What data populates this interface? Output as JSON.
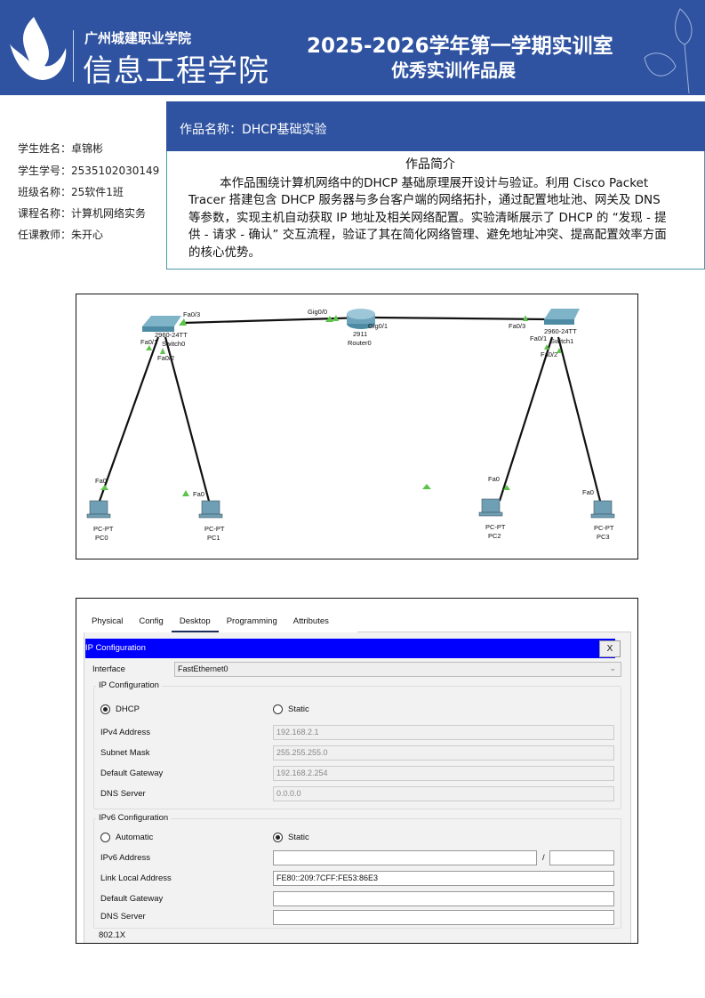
{
  "header": {
    "college_sub": "广州城建职业学院",
    "college_main": "信息工程学院",
    "exhibition_line1": "2025-2026学年第一学期实训室",
    "exhibition_line2": "优秀实训作品展",
    "colors": {
      "brand": "#2f53a1"
    }
  },
  "student": {
    "items": [
      "学生姓名：卓锦彬",
      "学生学号：2535102030149",
      "班级名称：25软件1班",
      "课程名称：计算机网络实务",
      "任课教师：朱开心"
    ]
  },
  "work": {
    "title": "作品名称：DHCP基础实验",
    "intro_heading": "作品简介",
    "intro_text": "本作品围绕计算机网络中的DHCP 基础原理展开设计与验证。利用 Cisco Packet Tracer 搭建包含 DHCP 服务器与多台客户端的网络拓扑，通过配置地址池、网关及 DNS 等参数，实现主机自动获取 IP 地址及相关网络配置。实验清晰展示了 DHCP 的 “发现 - 提供 - 请求 - 确认” 交互流程，验证了其在简化网络管理、避免地址冲突、提高配置效率方面的核心优势。"
  },
  "topology": {
    "switch0": {
      "model": "2960-24TT",
      "name": "Switch0",
      "ports": [
        "Fa0/3",
        "Fa0/1",
        "Fa0/2"
      ]
    },
    "router0": {
      "model": "2911",
      "name": "Router0",
      "ports": [
        "Gig0/0",
        "Gig0/1"
      ]
    },
    "switch1": {
      "model": "2960-24TT",
      "name": "Switch1",
      "ports": [
        "Fa0/3",
        "Fa0/1",
        "Fa0/2"
      ]
    },
    "pcs": [
      {
        "type": "PC-PT",
        "name": "PC0",
        "port": "Fa0"
      },
      {
        "type": "PC-PT",
        "name": "PC1",
        "port": "Fa0"
      },
      {
        "type": "PC-PT",
        "name": "PC2",
        "port": "Fa0"
      },
      {
        "type": "PC-PT",
        "name": "PC3",
        "port": "Fa0"
      }
    ]
  },
  "pt": {
    "tabs": [
      "Physical",
      "Config",
      "Desktop",
      "Programming",
      "Attributes"
    ],
    "active_tab": "Desktop",
    "window_title": "IP Configuration",
    "close_label": "X",
    "interface_label": "Interface",
    "interface_value": "FastEthernet0",
    "ipv4": {
      "legend": "IP Configuration",
      "dhcp_label": "DHCP",
      "static_label": "Static",
      "selected": "DHCP",
      "fields": [
        {
          "label": "IPv4 Address",
          "value": "192.168.2.1"
        },
        {
          "label": "Subnet Mask",
          "value": "255.255.255.0"
        },
        {
          "label": "Default Gateway",
          "value": "192.168.2.254"
        },
        {
          "label": "DNS Server",
          "value": "0.0.0.0"
        }
      ]
    },
    "ipv6": {
      "legend": "IPv6 Configuration",
      "auto_label": "Automatic",
      "static_label": "Static",
      "selected": "Static",
      "address_label": "IPv6 Address",
      "address_value": "",
      "prefix_sep": "/",
      "prefix_value": "",
      "link_local_label": "Link Local Address",
      "link_local_value": "FE80::209:7CFF:FE53:86E3",
      "gateway_label": "Default Gateway",
      "gateway_value": "",
      "dns_label": "DNS Server",
      "dns_value": ""
    },
    "dot1x_label": "802.1X"
  }
}
